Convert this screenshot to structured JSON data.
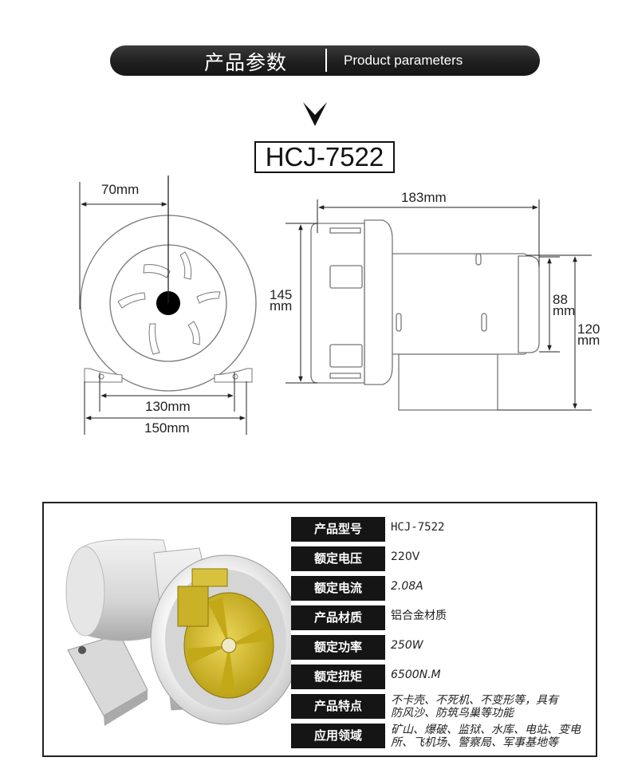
{
  "banner": {
    "title_cn": "产品参数",
    "title_en": "Product parameters"
  },
  "model": "HCJ-7522",
  "dimensions": {
    "d70": "70mm",
    "d130": "130mm",
    "d150": "150mm",
    "d183": "183mm",
    "d145_num": "145",
    "d145_unit": "mm",
    "d88_num": "88",
    "d88_unit": "mm",
    "d120_num": "120",
    "d120_unit": "mm"
  },
  "specs": [
    {
      "label": "产品型号",
      "value": "HCJ-7522"
    },
    {
      "label": "额定电压",
      "value": "220V"
    },
    {
      "label": "额定电流",
      "value": "2.08A"
    },
    {
      "label": "产品材质",
      "value": "铝合金材质"
    },
    {
      "label": "额定功率",
      "value": "250W"
    },
    {
      "label": "额定扭矩",
      "value": "6500N.M"
    },
    {
      "label": "产品特点",
      "value_line1": "不卡壳、不死机、不变形等，具有",
      "value_line2": "防风沙、防筑鸟巢等功能"
    },
    {
      "label": "应用领域",
      "value_line1": "矿山、爆破、监狱、水库、电站、变电",
      "value_line2": "所、飞机场、警察局、军事基地等"
    }
  ],
  "colors": {
    "banner": "#1f1f1f",
    "label_bg": "#151515",
    "impeller": "#d7bf2a"
  }
}
